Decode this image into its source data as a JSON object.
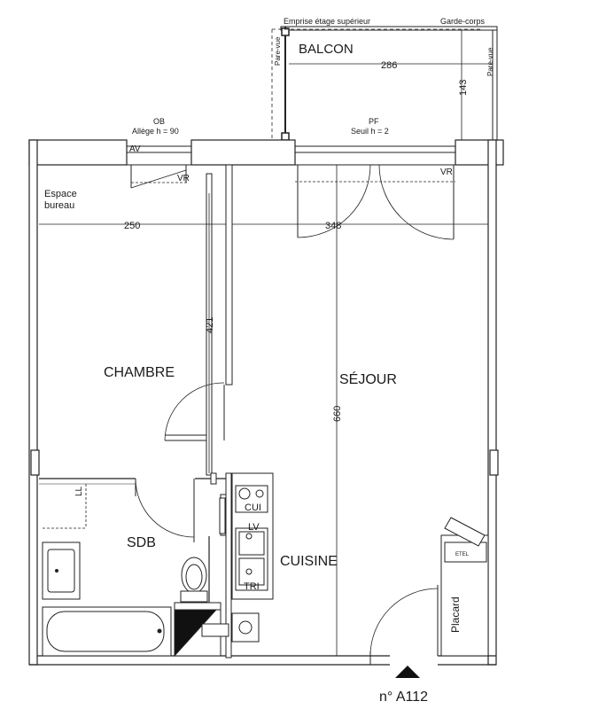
{
  "balcony": {
    "emprise": "Emprise étage supérieur",
    "garde_corps": "Garde-corps",
    "pare_vue_left": "Pare-vue",
    "pare_vue_right": "Pare-vue",
    "label": "BALCON",
    "dim_width": "286",
    "dim_depth": "143"
  },
  "openings": {
    "ob": "OB",
    "allege": "Allège h = 90",
    "av": "AV",
    "vr_left": "VR",
    "pf": "PF",
    "seuil": "Seuil h = 2",
    "vr_right": "VR"
  },
  "rooms": {
    "espace_line1": "Espace",
    "espace_line2": "bureau",
    "chambre": "CHAMBRE",
    "sejour": "SÉJOUR",
    "sdb": "SDB",
    "cuisine": "CUISINE",
    "placard": "Placard"
  },
  "dimensions": {
    "chambre_width": "250",
    "sejour_width": "348",
    "chambre_depth": "421",
    "sejour_depth": "660"
  },
  "fixtures": {
    "ll": "LL",
    "lv": "LV",
    "tri": "TRI",
    "cui": "CUI",
    "etel": "ETEL"
  },
  "unit": {
    "number": "n° A112"
  }
}
